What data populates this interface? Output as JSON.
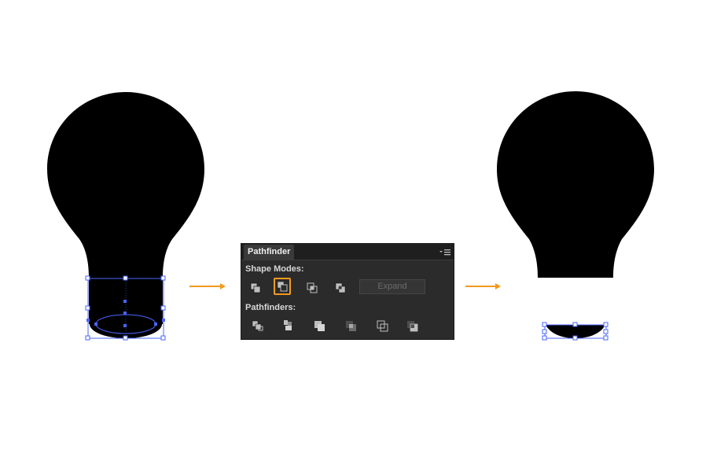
{
  "panel": {
    "title": "Pathfinder",
    "menu_icon": "panel-menu-icon",
    "shape_modes_label": "Shape Modes:",
    "shape_modes": [
      {
        "name": "unite",
        "icon": "unite-icon",
        "selected": false
      },
      {
        "name": "minus-front",
        "icon": "minus-front-icon",
        "selected": true
      },
      {
        "name": "intersect",
        "icon": "intersect-icon",
        "selected": false
      },
      {
        "name": "exclude",
        "icon": "exclude-icon",
        "selected": false
      }
    ],
    "expand_label": "Expand",
    "pathfinders_label": "Pathfinders:",
    "pathfinders": [
      {
        "name": "divide",
        "icon": "divide-icon"
      },
      {
        "name": "trim",
        "icon": "trim-icon"
      },
      {
        "name": "merge",
        "icon": "merge-icon"
      },
      {
        "name": "crop",
        "icon": "crop-icon"
      },
      {
        "name": "outline",
        "icon": "outline-icon"
      },
      {
        "name": "minus-back",
        "icon": "minus-back-icon"
      }
    ]
  },
  "colors": {
    "selection": "#4a64ff",
    "accent": "#f39a1e",
    "shape": "#000000",
    "panel_bg": "#2b2b2b"
  }
}
